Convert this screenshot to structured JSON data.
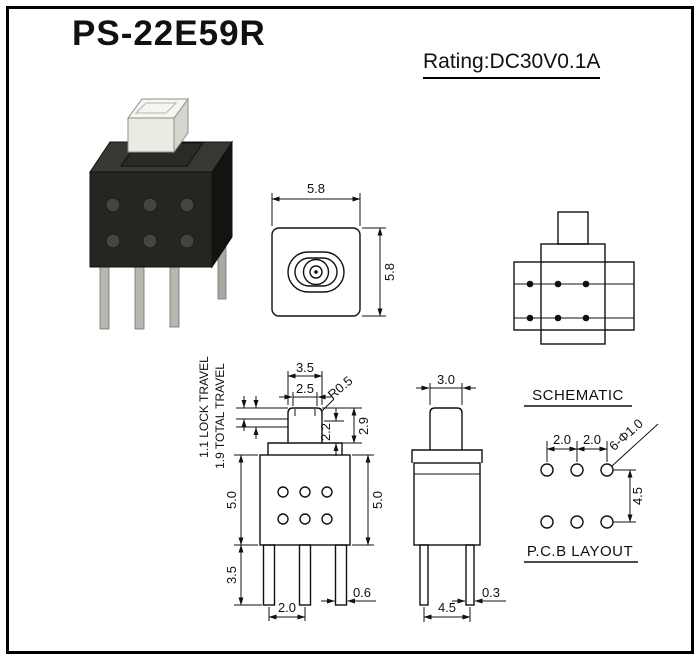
{
  "header": {
    "title": "PS-22E59R",
    "rating": "Rating:DC30V0.1A"
  },
  "views": {
    "top": {
      "dim_width": "5.8",
      "dim_height": "5.8"
    },
    "schematic": {
      "label": "SCHEMATIC"
    },
    "pcb": {
      "label": "P.C.B LAYOUT",
      "dim_pitch_x1": "2.0",
      "dim_pitch_x2": "2.0",
      "dim_holes": "6-Φ1.0",
      "dim_pitch_y": "4.5"
    },
    "front": {
      "dim_cap_width": "3.5",
      "dim_cap_inner": "2.5",
      "dim_corner_radius": "R0.5",
      "dim_cap_upper": "2.2",
      "dim_cap_total": "2.9",
      "lock_travel": "1.1 LOCK TRAVEL",
      "total_travel": "1.9 TOTAL TRAVEL",
      "dim_body_height": "5.0",
      "dim_body_width": "5.0",
      "dim_pin_length": "3.5",
      "dim_pin_pitch": "2.0",
      "dim_pin_width": "0.6"
    },
    "side": {
      "dim_cap_depth": "3.0",
      "dim_pin_span": "4.5",
      "dim_pin_thickness": "0.3"
    }
  },
  "colors": {
    "line": "#111111",
    "paper": "#ffffff",
    "photo_body": "#272521",
    "photo_plunger": "#ebebe4",
    "photo_pin": "#b7b7b1"
  }
}
